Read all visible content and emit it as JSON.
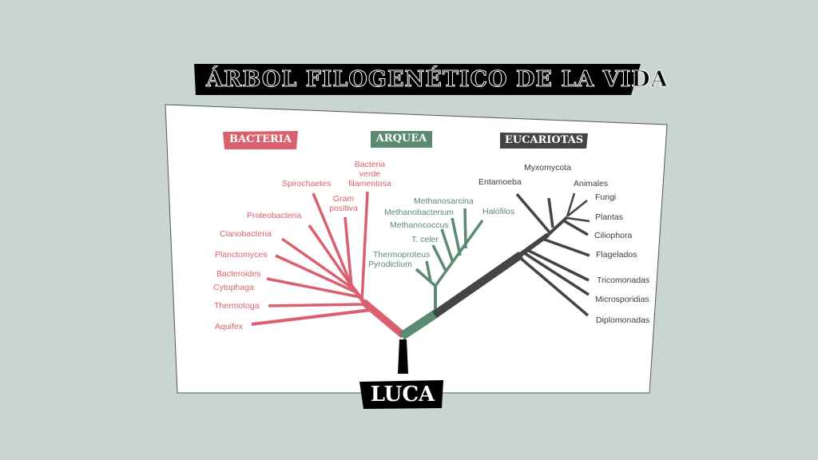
{
  "title": "ÁRBOL FILOGENÉTICO DE LA VIDA",
  "groups": {
    "bacteria": "BACTERIA",
    "arquea": "ARQUEA",
    "eucariotas": "EUCARIOTAS"
  },
  "root": "LUCA",
  "colors": {
    "bacteria": "#d9606c",
    "arquea": "#5a8a72",
    "eucariotas": "#3c3c3c",
    "background": "#c8d5d3"
  },
  "bacteria": [
    "Aquifex",
    "Thermotoga",
    "Cytophaga",
    "Bacteroides",
    "Planctomyces",
    "Cianobacteria",
    "Proteobacteria",
    "Spirochaetes",
    "Gram positiva",
    "Bacteria verde filamentosa"
  ],
  "arquea": [
    "Pyrodictium",
    "Thermoproteus",
    "T. celer",
    "Methanococcus",
    "Methanobacterium",
    "Methanosarcina",
    "Halófilos"
  ],
  "eucariotas": [
    "Entamoeba",
    "Myxomycota",
    "Animales",
    "Fungi",
    "Plantas",
    "Ciliophora",
    "Flagelados",
    "Tricomonadas",
    "Microsporidias",
    "Diplomonadas"
  ]
}
